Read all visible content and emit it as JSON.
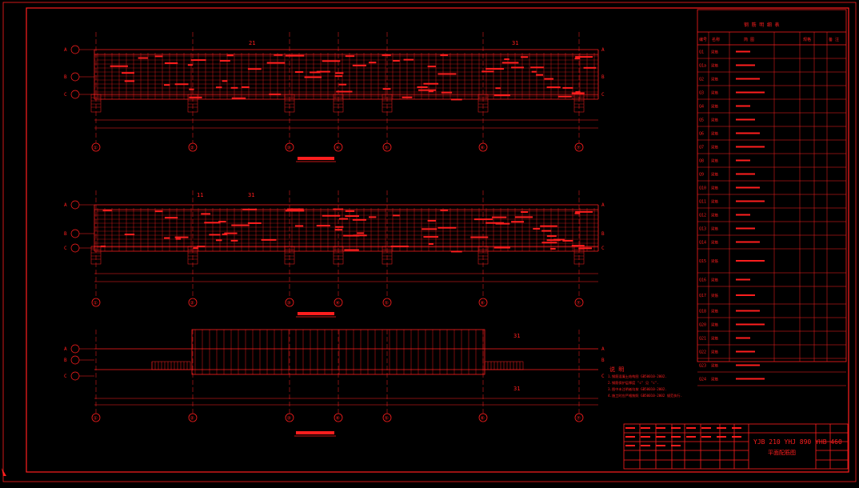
{
  "colors": {
    "background": "#000000",
    "line": "#ff1e1e"
  },
  "grid_bubbles": [
    "①",
    "②",
    "③",
    "④",
    "⑤",
    "⑥",
    "⑦"
  ],
  "side_labels": {
    "top": "A",
    "middle": "B",
    "bottom": "C"
  },
  "section_marks": {
    "s1": "31",
    "s2": "11",
    "s3": "21"
  },
  "notes": {
    "title": "说 明",
    "lines": [
      "1.钢筋混凝土结构图 GB50010-2002.",
      "2.钢筋保护层厚度 \"c\" 见 \"c\".",
      "3.图中未注明者均按 GB50010-2002.",
      "4.施工时应严格按照 GB50010-2002 规范执行."
    ]
  },
  "title_block": {
    "main_title": "YJB 210 YHJ 890 YHB 460",
    "sub_title": "平面配筋图"
  },
  "schedule": {
    "header": "钢 筋 明 细 表",
    "columns": [
      "编号",
      "名称",
      "简 图",
      "规格",
      "备 注"
    ],
    "rows": [
      {
        "id": "Q1",
        "name": "梁筋"
      },
      {
        "id": "Q1a",
        "name": "梁筋"
      },
      {
        "id": "Q2",
        "name": "梁筋"
      },
      {
        "id": "Q3",
        "name": "梁筋"
      },
      {
        "id": "Q4",
        "name": "梁筋"
      },
      {
        "id": "Q5",
        "name": "梁筋"
      },
      {
        "id": "Q6",
        "name": "梁筋"
      },
      {
        "id": "Q7",
        "name": "梁筋"
      },
      {
        "id": "Q8",
        "name": "梁筋"
      },
      {
        "id": "Q9",
        "name": "梁筋"
      },
      {
        "id": "Q10",
        "name": "梁筋"
      },
      {
        "id": "Q11",
        "name": "梁筋"
      },
      {
        "id": "Q12",
        "name": "梁筋"
      },
      {
        "id": "Q13",
        "name": "梁筋"
      },
      {
        "id": "Q14",
        "name": "梁筋"
      },
      {
        "id": "Q15",
        "name": "梁筋"
      },
      {
        "id": "Q16",
        "name": "梁筋"
      },
      {
        "id": "Q17",
        "name": "梁筋"
      },
      {
        "id": "Q18",
        "name": "梁筋"
      },
      {
        "id": "Q20",
        "name": "梁筋"
      },
      {
        "id": "Q21",
        "name": "梁筋"
      },
      {
        "id": "Q22",
        "name": "梁筋"
      },
      {
        "id": "Q23",
        "name": "梁筋"
      },
      {
        "id": "Q24",
        "name": "梁筋"
      }
    ]
  }
}
